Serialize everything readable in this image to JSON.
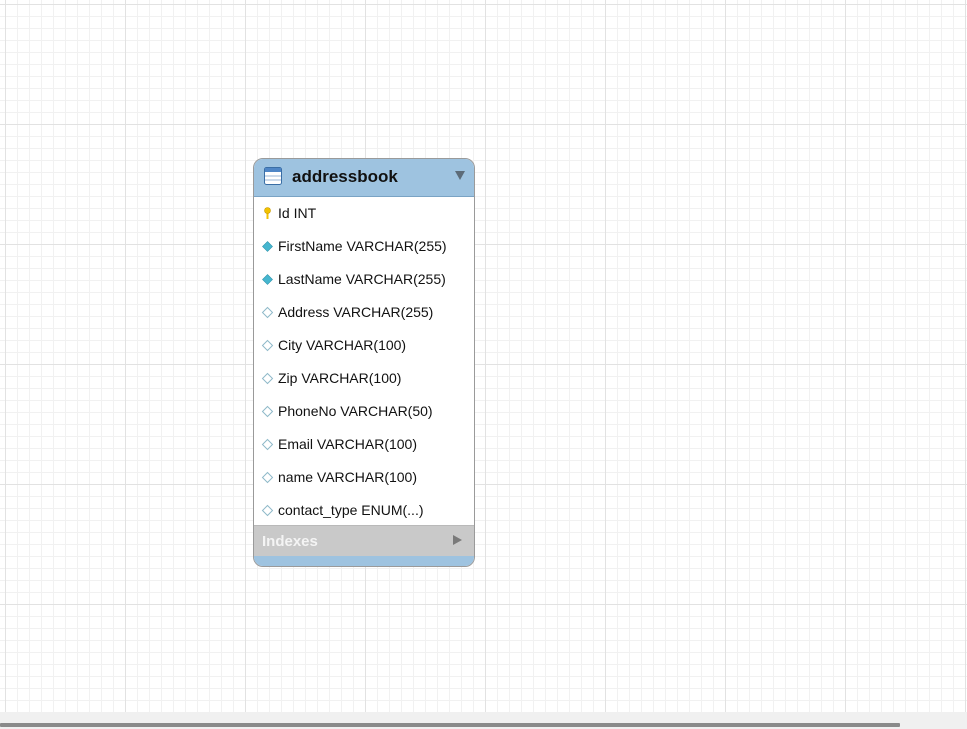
{
  "diagram": {
    "table": {
      "name": "addressbook",
      "header_icon": "table-icon",
      "columns": [
        {
          "label": "Id INT",
          "icon": "primary-key-icon"
        },
        {
          "label": "FirstName VARCHAR(255)",
          "icon": "not-null-column-icon"
        },
        {
          "label": "LastName VARCHAR(255)",
          "icon": "not-null-column-icon"
        },
        {
          "label": "Address VARCHAR(255)",
          "icon": "nullable-column-icon"
        },
        {
          "label": "City VARCHAR(100)",
          "icon": "nullable-column-icon"
        },
        {
          "label": "Zip VARCHAR(100)",
          "icon": "nullable-column-icon"
        },
        {
          "label": "PhoneNo VARCHAR(50)",
          "icon": "nullable-column-icon"
        },
        {
          "label": "Email VARCHAR(100)",
          "icon": "nullable-column-icon"
        },
        {
          "label": "name VARCHAR(100)",
          "icon": "nullable-column-icon"
        },
        {
          "label": "contact_type ENUM(...)",
          "icon": "nullable-column-icon"
        }
      ],
      "indexes_label": "Indexes"
    }
  },
  "colors": {
    "header": "#9ec3e0",
    "key_icon": "#f2c200",
    "not_null_icon": "#46b6cf",
    "nullable_icon_outline": "#8fb9c9",
    "indexes_bar": "#c9c9c9"
  }
}
